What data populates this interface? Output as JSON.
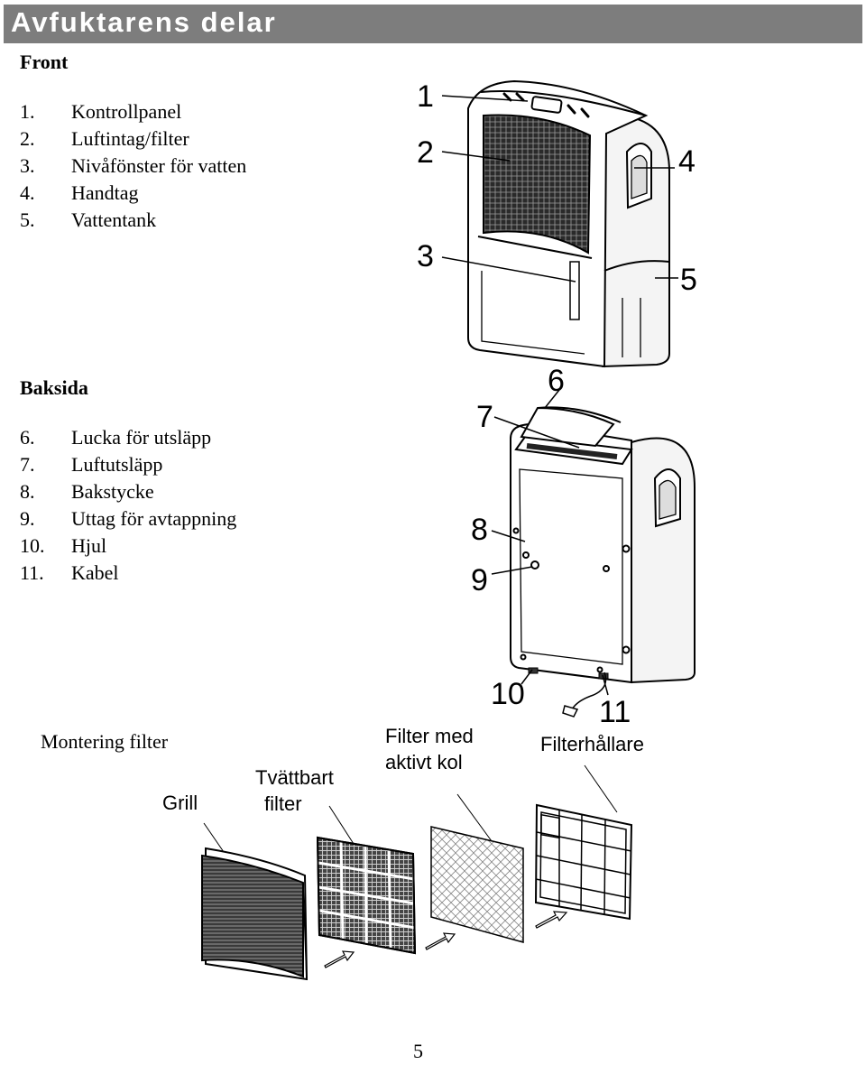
{
  "page": {
    "title": "Avfuktarens delar",
    "page_number": "5"
  },
  "front": {
    "heading": "Front",
    "items": [
      {
        "num": "1.",
        "label": "Kontrollpanel"
      },
      {
        "num": "2.",
        "label": "Luftintag/filter"
      },
      {
        "num": "3.",
        "label": "Nivåfönster för vatten"
      },
      {
        "num": "4.",
        "label": "Handtag"
      },
      {
        "num": "5.",
        "label": "Vattentank"
      }
    ],
    "callouts": [
      "1",
      "2",
      "3",
      "4",
      "5"
    ]
  },
  "back": {
    "heading": "Baksida",
    "items": [
      {
        "num": "6.",
        "label": "Lucka för utsläpp"
      },
      {
        "num": "7.",
        "label": "Luftutsläpp"
      },
      {
        "num": "8.",
        "label": "Bakstycke"
      },
      {
        "num": "9.",
        "label": "Uttag för avtappning"
      },
      {
        "num": "10.",
        "label": "Hjul"
      },
      {
        "num": "11.",
        "label": "Kabel"
      }
    ],
    "callouts": [
      "6",
      "7",
      "8",
      "9",
      "10",
      "11"
    ]
  },
  "filter": {
    "heading": "Montering filter",
    "grill": "Grill",
    "washable_line1": "Tvättbart",
    "washable_line2": "filter",
    "carbon_line1": "Filter med",
    "carbon_line2": "aktivt kol",
    "holder": "Filterhållare"
  }
}
